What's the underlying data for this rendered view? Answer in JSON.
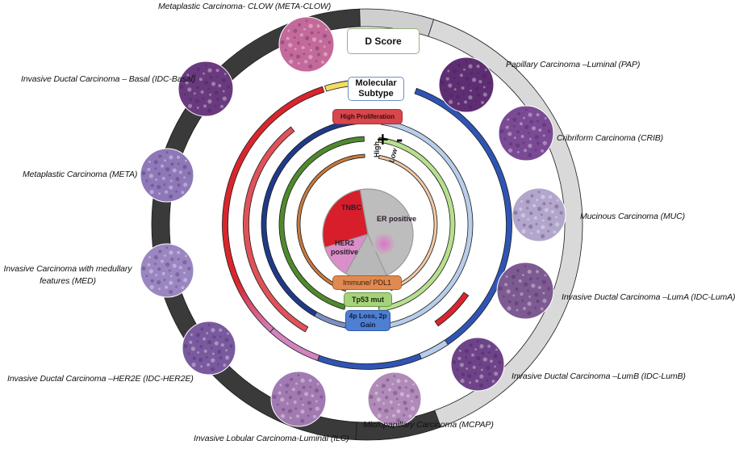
{
  "title": "Breast cancer histologic subtypes mapped to molecular features",
  "outer_ring": {
    "label_top": "D Score",
    "dark_segment_color": "#3a3a3a",
    "light_segment_color": "#d9d9d9"
  },
  "histology_cores": [
    {
      "id": "META-CLOW",
      "label": "Metaplastic Carcinoma- CLOW (META-CLOW)",
      "tint": "#c46a9a"
    },
    {
      "id": "IDC-Basal",
      "label": "Invasive Ductal Carcinoma – Basal (IDC-Basal)",
      "tint": "#6a3a7e"
    },
    {
      "id": "META",
      "label": "Metaplastic Carcinoma (META)",
      "tint": "#8f78b8"
    },
    {
      "id": "MED",
      "label": "Invasive Carcinoma with medullary features (MED)",
      "tint": "#9a86c0"
    },
    {
      "id": "IDC-HER2E",
      "label": "Invasive Ductal Carcinoma –HER2E (IDC-HER2E)",
      "tint": "#7a5a9e"
    },
    {
      "id": "ILC",
      "label": "Invasive Lobular Carcinoma-Luminal (ILC)",
      "tint": "#a27ab2"
    },
    {
      "id": "MCPAP",
      "label": "Micropapillary Carcinoma (MCPAP)",
      "tint": "#b08ab8"
    },
    {
      "id": "IDC-LumB",
      "label": "Invasive Ductal Carcinoma –LumB (IDC-LumB)",
      "tint": "#6e4388"
    },
    {
      "id": "IDC-LumA",
      "label": "Invasive Ductal Carcinoma –LumA (IDC-LumA)",
      "tint": "#7e5a92"
    },
    {
      "id": "MUC",
      "label": "Mucinous Carcinoma (MUC)",
      "tint": "#b3a6cc"
    },
    {
      "id": "CRIB",
      "label": "Cribriform Carcinoma (CRIB)",
      "tint": "#7a4a94"
    },
    {
      "id": "PAP",
      "label": "Papillary Carcinoma –Luminal (PAP)",
      "tint": "#5e2e72"
    }
  ],
  "feature_boxes": {
    "molecular_subtype": "Molecular Subtype",
    "high_proliferation": "High  Proliferation",
    "immune_pdl1": "Immune/  PDL1",
    "tp53": "Tp53 mut",
    "cnv": "4p Loss, 2p Gain"
  },
  "signs": {
    "plus": "+",
    "minus": "-",
    "high": "High",
    "low": "Low"
  },
  "center_pie": {
    "slices": [
      {
        "label": "TNBC",
        "share": 0.27,
        "color": "#d81e2a"
      },
      {
        "label": "ER positive",
        "share": 0.46,
        "color": "#bdbdbd"
      },
      {
        "label": "",
        "share": 0.15,
        "color": "#b8b8b8"
      },
      {
        "label": "HER2 positive",
        "share": 0.12,
        "color": "#da8fc8"
      }
    ]
  },
  "colors": {
    "red": "#d9262e",
    "red_light": "#e0525a",
    "blue": "#2f55b4",
    "navy": "#203a8a",
    "blue_light": "#b7cdea",
    "green_dark": "#4f8a2c",
    "green_light": "#b7df8e",
    "orange": "#c97a3e",
    "orange_light": "#f1c8a6",
    "yellow": "#f4dc60",
    "pink": "#d383c0"
  }
}
